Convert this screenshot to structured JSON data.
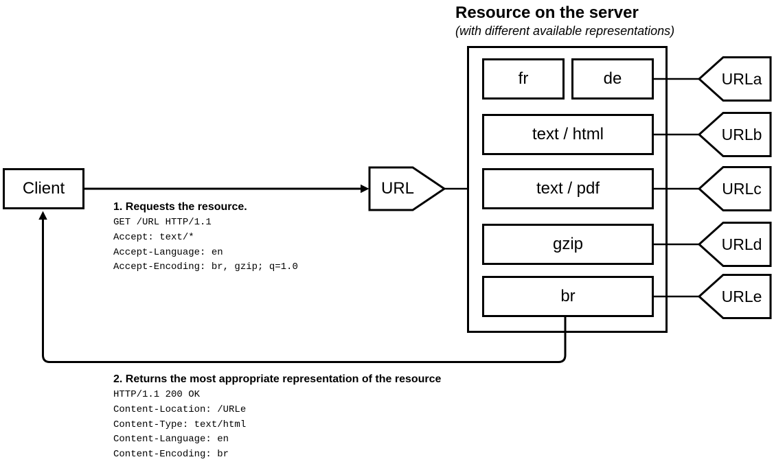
{
  "server_title": {
    "heading": "Resource on the server",
    "subtitle": "(with different available representations)"
  },
  "client": {
    "label": "Client"
  },
  "url_node": {
    "label": "URL"
  },
  "server": {
    "representations": [
      {
        "label": "fr"
      },
      {
        "label": "de"
      },
      {
        "label": "text / html"
      },
      {
        "label": "text / pdf"
      },
      {
        "label": "gzip"
      },
      {
        "label": "br"
      }
    ],
    "url_tags": [
      {
        "label": "URLa"
      },
      {
        "label": "URLb"
      },
      {
        "label": "URLc"
      },
      {
        "label": "URLd"
      },
      {
        "label": "URLe"
      }
    ]
  },
  "request": {
    "step_label": "1. Requests the resource.",
    "headers": [
      "GET /URL HTTP/1.1",
      "Accept: text/*",
      "Accept-Language: en",
      "Accept-Encoding: br, gzip; q=1.0"
    ]
  },
  "response": {
    "step_label": "2. Returns the most appropriate representation of the resource",
    "headers": [
      "HTTP/1.1 200 OK",
      "Content-Location: /URLe",
      "Content-Type: text/html",
      "Content-Language: en",
      "Content-Encoding: br"
    ]
  },
  "colors": {
    "stroke": "#000000",
    "background": "#ffffff",
    "text": "#000000"
  }
}
